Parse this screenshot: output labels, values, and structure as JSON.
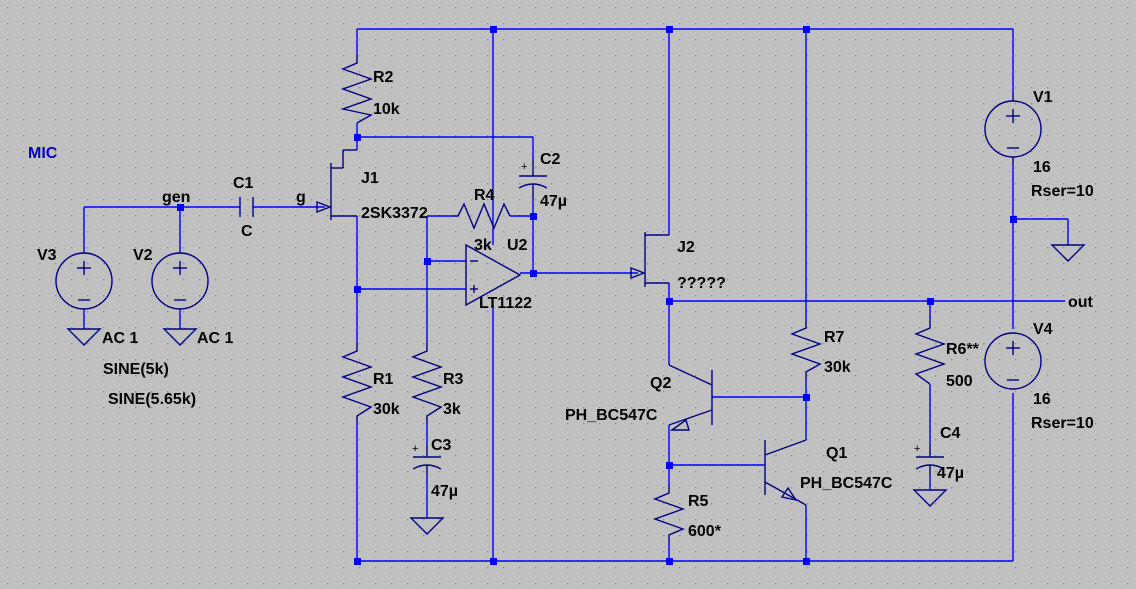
{
  "colors": {
    "background": "#c0c0c0",
    "wire": "#0000ff",
    "component": "#000080",
    "net_label": "#0000c8",
    "text": "#000000"
  },
  "net_labels": {
    "mic": "MIC",
    "gen": "gen",
    "g": "g",
    "out": "out"
  },
  "components": {
    "V1": {
      "ref": "V1",
      "value": "16",
      "extra": "Rser=10"
    },
    "V2": {
      "ref": "V2",
      "value": "AC 1",
      "extra": "SINE(5.65k)"
    },
    "V3": {
      "ref": "V3",
      "value": "AC 1",
      "extra": "SINE(5k)"
    },
    "V4": {
      "ref": "V4",
      "value": "16",
      "extra": "Rser=10"
    },
    "C1": {
      "ref": "C1",
      "value": "C"
    },
    "C2": {
      "ref": "C2",
      "value": "47µ"
    },
    "C3": {
      "ref": "C3",
      "value": "47µ"
    },
    "C4": {
      "ref": "C4",
      "value": "47µ"
    },
    "R1": {
      "ref": "R1",
      "value": "30k"
    },
    "R2": {
      "ref": "R2",
      "value": "10k"
    },
    "R3": {
      "ref": "R3",
      "value": "3k"
    },
    "R4": {
      "ref": "R4",
      "value": "3k"
    },
    "R5": {
      "ref": "R5",
      "value": "600*"
    },
    "R6": {
      "ref": "R6**",
      "value": "500"
    },
    "R7": {
      "ref": "R7",
      "value": "30k"
    },
    "J1": {
      "ref": "J1",
      "value": "2SK3372"
    },
    "J2": {
      "ref": "J2",
      "value": "?????"
    },
    "Q1": {
      "ref": "Q1",
      "value": "PH_BC547C"
    },
    "Q2": {
      "ref": "Q2",
      "value": "PH_BC547C"
    },
    "U2": {
      "ref": "U2",
      "value": "LT1122"
    }
  }
}
